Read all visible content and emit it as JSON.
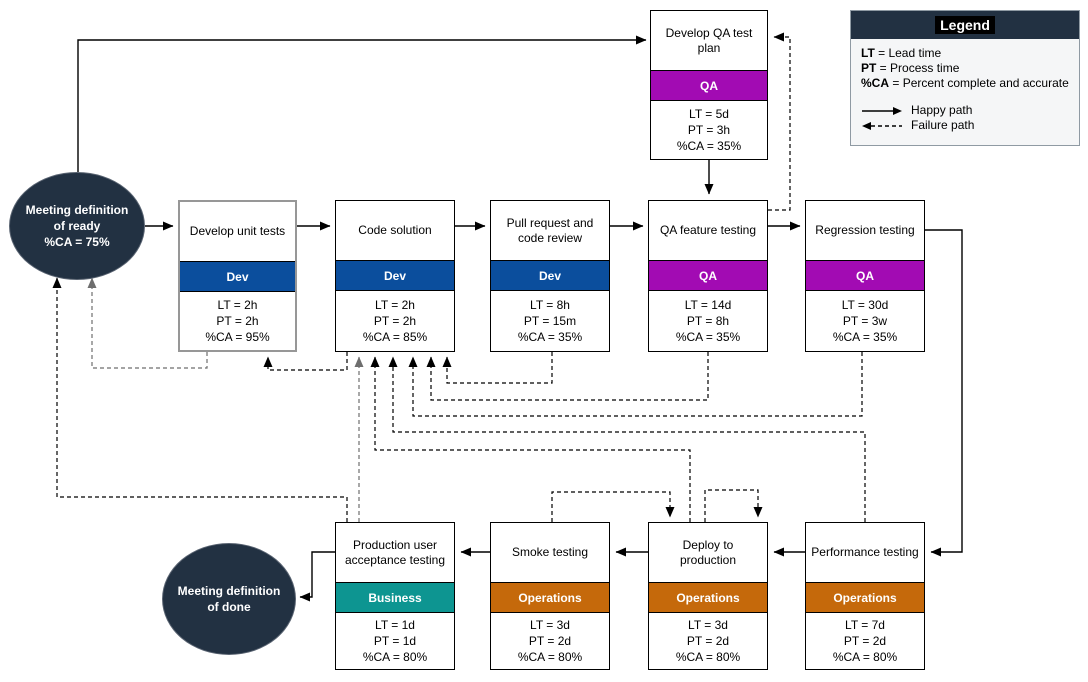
{
  "colors": {
    "dev_blue": "#0b4e9d",
    "qa_purple": "#a20bb3",
    "business_teal": "#0d9591",
    "operations_orange": "#c5690b",
    "terminal_navy": "#223142",
    "happy_path": "#000000",
    "failure_path": "#000000"
  },
  "teams": {
    "dev": {
      "label": "Dev",
      "color": "#0b4e9d"
    },
    "qa": {
      "label": "QA",
      "color": "#a20bb3"
    },
    "business": {
      "label": "Business",
      "color": "#0d9591"
    },
    "operations": {
      "label": "Operations",
      "color": "#c5690b"
    }
  },
  "terminals": {
    "ready": {
      "line1": "Meeting definition",
      "line2": "of ready",
      "line3": "%CA = 75%"
    },
    "done": {
      "line1": "Meeting definition",
      "line2": "of done"
    }
  },
  "processes": [
    {
      "id": "develop-qa-test-plan",
      "title": "Develop QA test plan",
      "team": "qa",
      "lt": "LT = 5d",
      "pt": "PT = 3h",
      "ca": "%CA = 35%"
    },
    {
      "id": "develop-unit-tests",
      "title": "Develop unit tests",
      "team": "dev",
      "lt": "LT = 2h",
      "pt": "PT = 2h",
      "ca": "%CA = 95%"
    },
    {
      "id": "code-solution",
      "title": "Code solution",
      "team": "dev",
      "lt": "LT = 2h",
      "pt": "PT = 2h",
      "ca": "%CA = 85%"
    },
    {
      "id": "pull-request-and-code-review",
      "title": "Pull request and code review",
      "team": "dev",
      "lt": "LT = 8h",
      "pt": "PT = 15m",
      "ca": "%CA = 35%"
    },
    {
      "id": "qa-feature-testing",
      "title": "QA feature testing",
      "team": "qa",
      "lt": "LT = 14d",
      "pt": "PT = 8h",
      "ca": "%CA = 35%"
    },
    {
      "id": "regression-testing",
      "title": "Regression testing",
      "team": "qa",
      "lt": "LT = 30d",
      "pt": "PT = 3w",
      "ca": "%CA = 35%"
    },
    {
      "id": "production-user-acceptance-testing",
      "title": "Production user acceptance testing",
      "team": "business",
      "lt": "LT = 1d",
      "pt": "PT = 1d",
      "ca": "%CA = 80%"
    },
    {
      "id": "smoke-testing",
      "title": "Smoke testing",
      "team": "operations",
      "lt": "LT = 3d",
      "pt": "PT = 2d",
      "ca": "%CA = 80%"
    },
    {
      "id": "deploy-to-production",
      "title": "Deploy to production",
      "team": "operations",
      "lt": "LT = 3d",
      "pt": "PT = 2d",
      "ca": "%CA = 80%"
    },
    {
      "id": "performance-testing",
      "title": "Performance testing",
      "team": "operations",
      "lt": "LT = 7d",
      "pt": "PT = 2d",
      "ca": "%CA = 80%"
    }
  ],
  "legend": {
    "title": "Legend",
    "entries": [
      {
        "term": "LT",
        "rest": " = Lead time"
      },
      {
        "term": "PT",
        "rest": " = Process time"
      },
      {
        "term": "%CA",
        "rest": " = Percent complete and accurate"
      }
    ],
    "paths": [
      {
        "label": "Happy path",
        "icon": "solid-right-arrow"
      },
      {
        "label": "Failure path",
        "icon": "dashed-left-arrow"
      }
    ]
  }
}
